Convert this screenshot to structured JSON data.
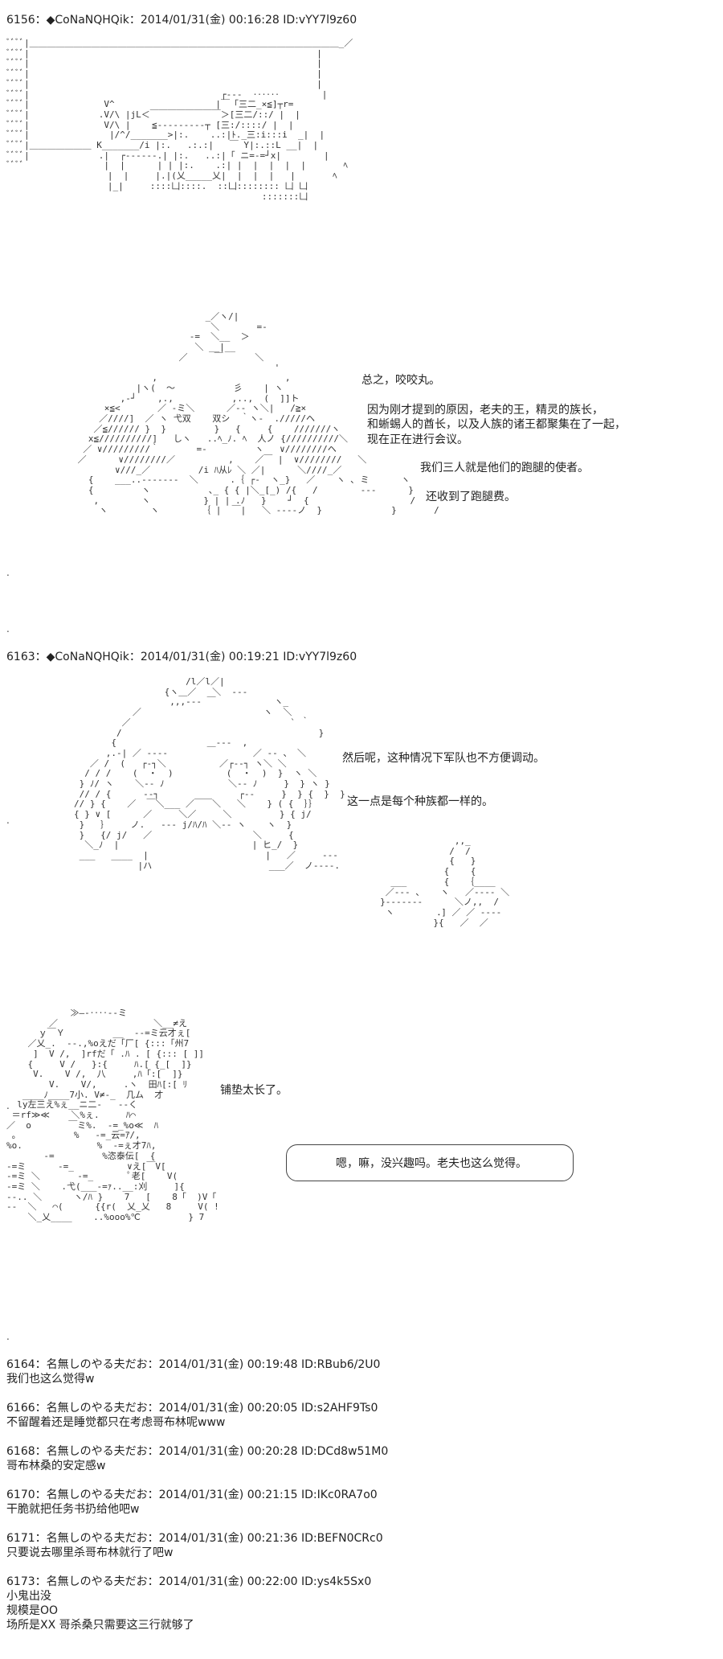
{
  "posts": [
    {
      "header": "6156：◆CoNaNQHQik：2014/01/31(金) 00:16:28 ID:vYY7l9z60",
      "lines": [
        "总之，咬咬丸。",
        "因为刚才提到的原因，老夫的王，精灵的族长，",
        "和蜥蜴人的酋长，以及人族的诸王都聚集在了一起，",
        "现在正在进行会议。",
        "我们三人就是他们的跑腿的使者。",
        "还收到了跑腿费。"
      ]
    },
    {
      "header": "6163：◆CoNaNQHQik：2014/01/31(金) 00:19:21 ID:vYY7l9z60",
      "lines": [
        "然后呢，这种情况下军队也不方便调动。",
        "这一点是每个种族都一样的。",
        "铺垫太长了。",
        "嗯，嘛，没兴趣吗。老夫也这么觉得。"
      ]
    }
  ],
  "replies": [
    {
      "header": "6164：名無しのやる夫だお：2014/01/31(金) 00:19:48 ID:RBub6/2U0",
      "body": [
        "我们也这么觉得w"
      ]
    },
    {
      "header": "6166：名無しのやる夫だお：2014/01/31(金) 00:20:05 ID:s2AHF9Ts0",
      "body": [
        "不留醒着还是睡觉都只在考虑哥布林呢www"
      ]
    },
    {
      "header": "6168：名無しのやる夫だお：2014/01/31(金) 00:20:28 ID:DCd8w51M0",
      "body": [
        "哥布林桑的安定感w"
      ]
    },
    {
      "header": "6170：名無しのやる夫だお：2014/01/31(金) 00:21:15 ID:IKc0RA7o0",
      "body": [
        "干脆就把任务书扔给他吧w"
      ]
    },
    {
      "header": "6171：名無しのやる夫だお：2014/01/31(金) 00:21:36 ID:BEFN0CRc0",
      "body": [
        "只要说去哪里杀哥布林就行了吧w"
      ]
    },
    {
      "header": "6173：名無しのやる夫だお：2014/01/31(金) 00:22:00 ID:ys4k5Sx0",
      "body": [
        "小鬼出没",
        "规模是OO",
        "场所是XX 哥杀桑只需要这三行就够了"
      ]
    }
  ]
}
